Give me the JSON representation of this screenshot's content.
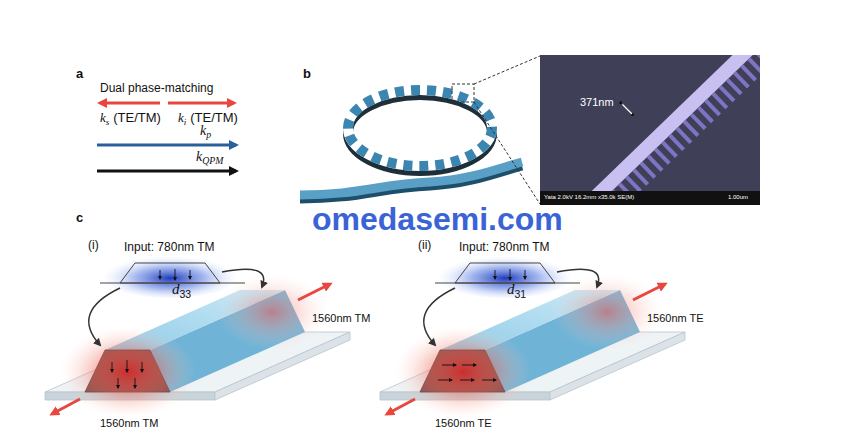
{
  "diagram": {
    "labels": [
      "a",
      "Dual phase-matching",
      "k",
      "s",
      "(TE/TM)",
      "k",
      "i",
      "(TE/TM)",
      "k",
      "p",
      "k",
      "QPM",
      "b",
      "371nm",
      "Yata 2.0kV 16.2mm x35.0k SE(M)",
      "1.00um",
      "c",
      "(i)",
      "Input: 780nm TM",
      "d",
      "33",
      "1560nm TM",
      "1560nm TM",
      "(ii)",
      "Input: 780nm TM",
      "d",
      "31",
      "1560nm TE",
      "1560nm TE",
      "omedasemi.com"
    ]
  }
}
